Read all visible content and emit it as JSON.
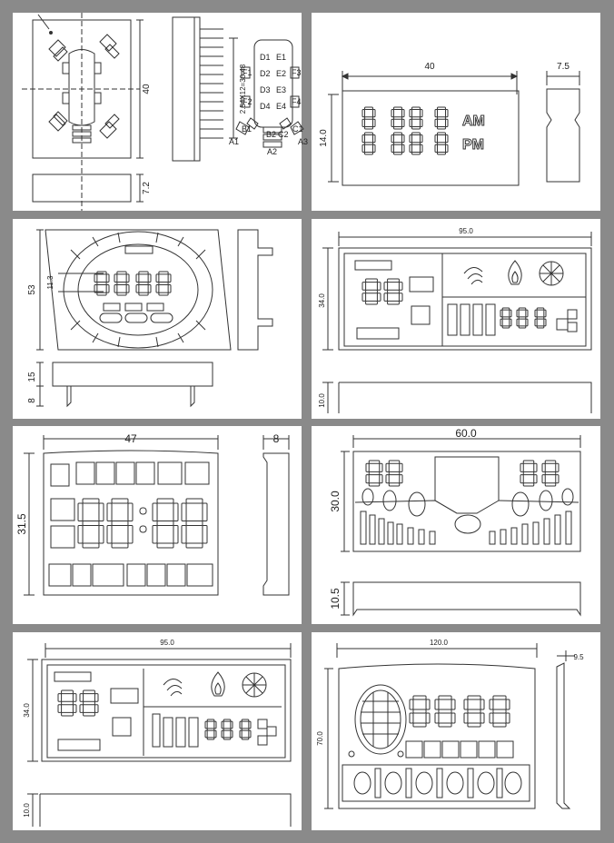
{
  "panels": [
    {
      "dims": {
        "height": "40",
        "depth": "7.2",
        "pitch": "2.54X12=30.48"
      },
      "pins": [
        "D1",
        "E1",
        "D2",
        "E2",
        "D3",
        "E3",
        "D4",
        "E4",
        "F1",
        "F3",
        "F2",
        "F4",
        "A1",
        "B1",
        "C1",
        "A3",
        "A2",
        "B2",
        "C2"
      ]
    },
    {
      "dims": {
        "width": "40",
        "height": "14.0",
        "depth": "7.5"
      },
      "am": "AM",
      "pm": "PM"
    },
    {
      "dims": {
        "height": "53",
        "inner": "11.3",
        "base": "15",
        "pin": "8"
      }
    },
    {
      "dims": {
        "width": "95.0",
        "height": "34.0",
        "depth": "10.0"
      }
    },
    {
      "dims": {
        "width": "47",
        "height": "31.5",
        "depth": "8"
      }
    },
    {
      "dims": {
        "width": "60.0",
        "height": "30.0",
        "depth": "10.5"
      }
    },
    {
      "dims": {
        "width": "95.0",
        "height": "34.0",
        "depth": "10.0"
      }
    },
    {
      "dims": {
        "width": "120.0",
        "height": "70.0",
        "depth": "9.5"
      }
    }
  ]
}
